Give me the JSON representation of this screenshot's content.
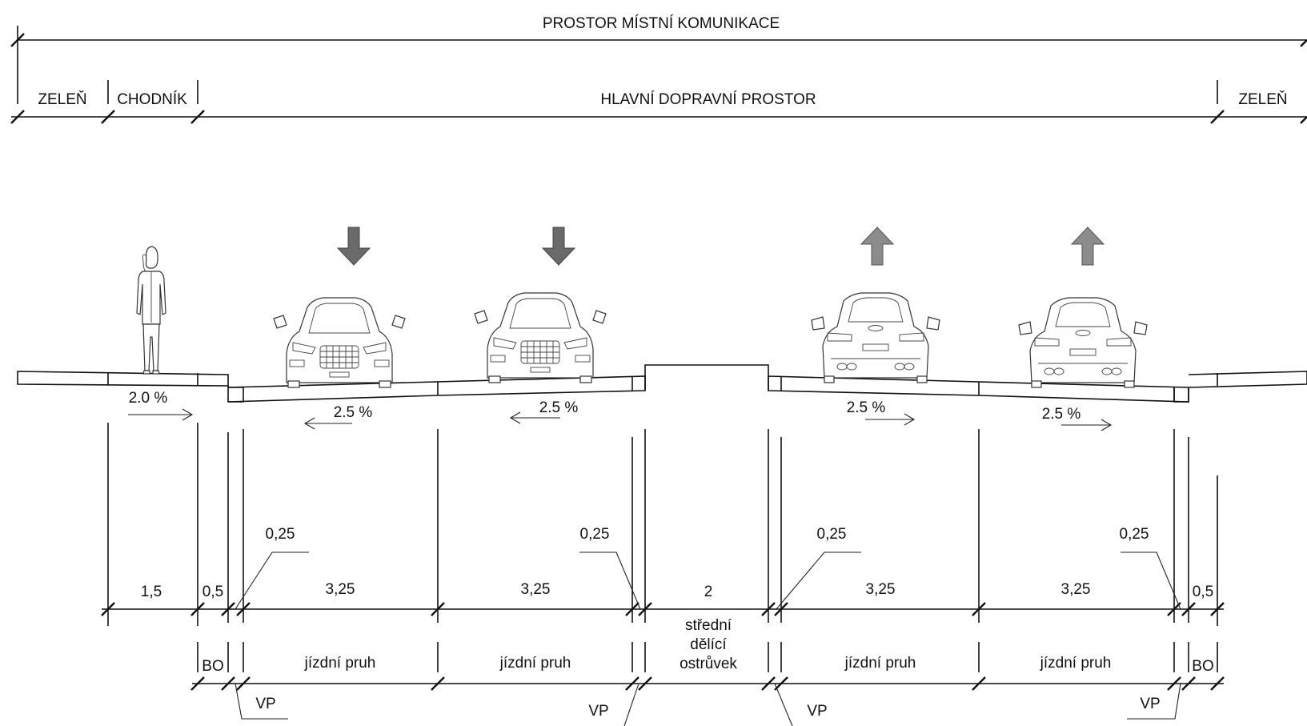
{
  "colors": {
    "line": "#111111",
    "arrow_down": "#6a6a6a",
    "arrow_up": "#8c8c8c"
  },
  "headers": {
    "top": "PROSTOR MÍSTNÍ KOMUNIKACE",
    "zelen_left": "ZELEŇ",
    "chodnik": "CHODNÍK",
    "main": "HLAVNÍ DOPRAVNÍ PROSTOR",
    "zelen_right": "ZELEŇ"
  },
  "slopes": [
    "2.0 %",
    "2.5 %",
    "2.5 %",
    "2.5 %",
    "2.5 %"
  ],
  "dimensions": {
    "chodnik": "1,5",
    "bo_left": "0,5",
    "lane1": "3,25",
    "lane2": "3,25",
    "island": "2",
    "lane3": "3,25",
    "lane4": "3,25",
    "bo_right": "0,5",
    "vp_width": [
      "0,25",
      "0,25",
      "0,25",
      "0,25"
    ]
  },
  "labels": {
    "bo": "BO",
    "lane": "jízdní pruh",
    "island": [
      "střední",
      "dělící",
      "ostrůvek"
    ],
    "vp": "VP"
  },
  "icons": [
    "pedestrian-icon",
    "car-front-icon",
    "car-rear-icon",
    "arrow-down-icon",
    "arrow-up-icon"
  ]
}
